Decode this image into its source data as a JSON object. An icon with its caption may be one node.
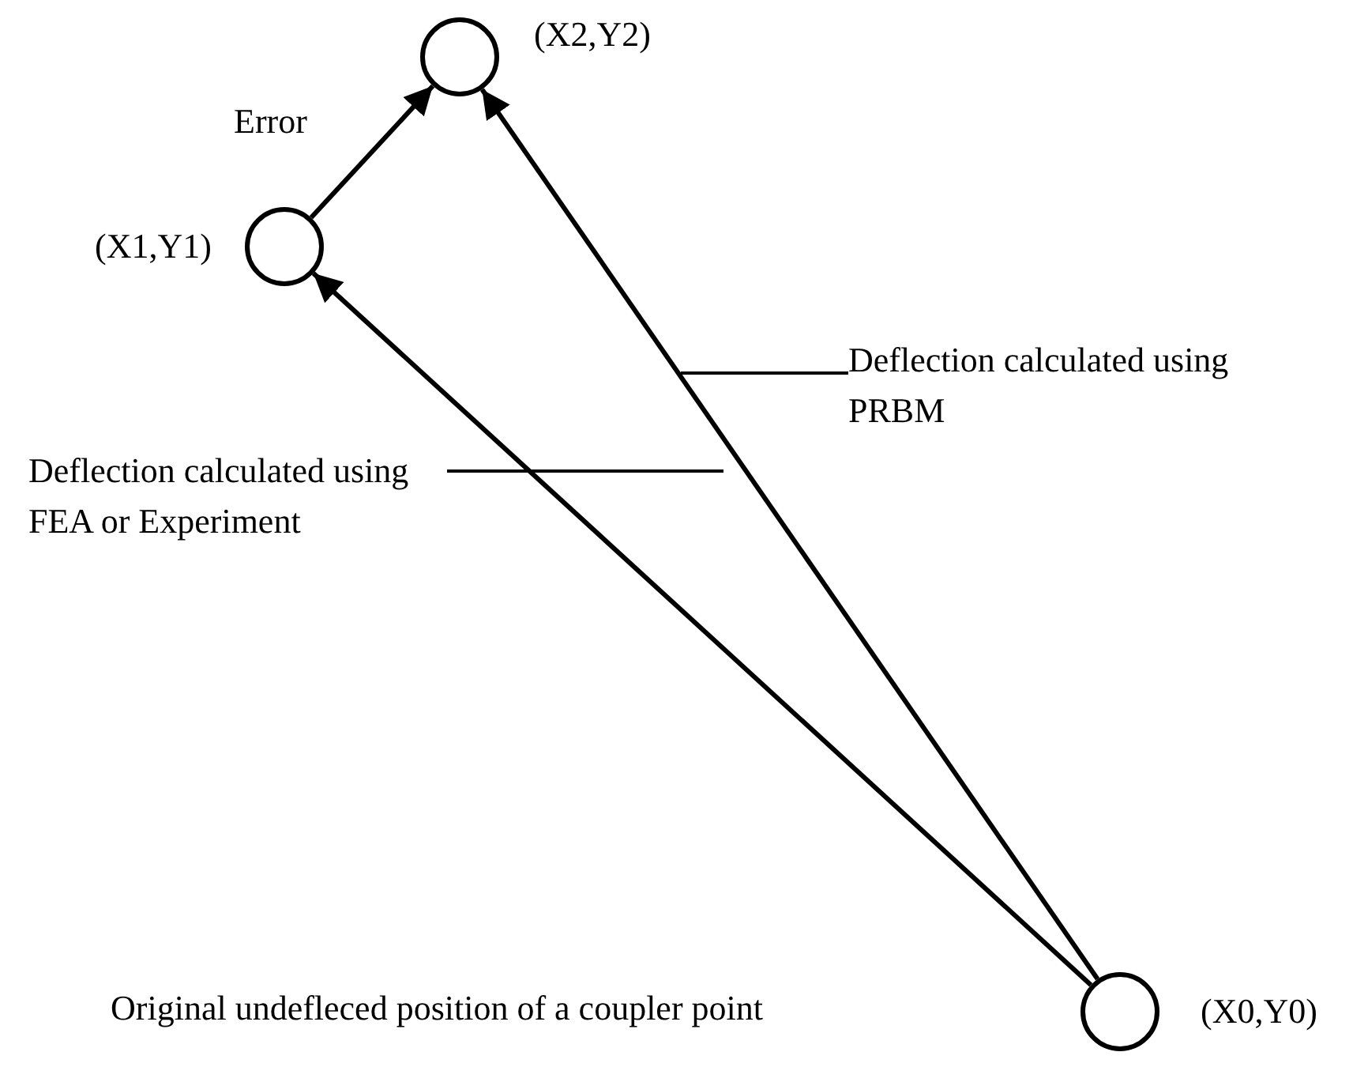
{
  "diagram": {
    "nodes": [
      {
        "text": [],
        "shape": "circle",
        "beside": [
          "(X2,Y2)"
        ]
      },
      {
        "text": [],
        "shape": "circle",
        "beside": [
          "(X1,Y1)"
        ]
      },
      {
        "text": [
          "Deflection calculated using PRBM"
        ]
      },
      {
        "text": [
          "Deflection calculated using FEA or Experiment"
        ]
      },
      {
        "text": [],
        "shape": "circle",
        "beside": [
          "(X0,Y0)"
        ]
      }
    ],
    "labels": [
      "Original undefleced position of a coupler point"
    ],
    "edges": [
      {
        "from": 4,
        "to": 1,
        "arrow": "to"
      },
      {
        "from": 4,
        "to": 0,
        "arrow": "to"
      },
      {
        "from": 1,
        "to": 0,
        "arrow": "to",
        "label": "Error"
      },
      {
        "from": 2,
        "to": null,
        "arrow": "none"
      },
      {
        "from": 3,
        "to": null,
        "arrow": "none"
      }
    ]
  }
}
